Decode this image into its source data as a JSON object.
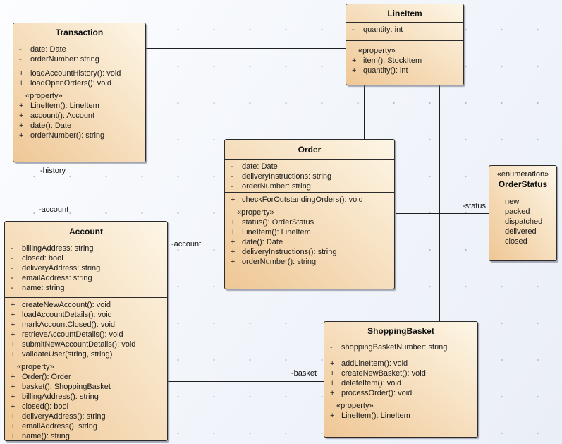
{
  "diagram": {
    "kind": "uml-class-diagram",
    "colors": {
      "box_fill_dark": "#efc795",
      "box_fill_light": "#fdf6e6",
      "box_border": "#2b2b2b",
      "edge": "#1f1f1f",
      "background": "#f3f6fb"
    }
  },
  "classes": {
    "transaction": {
      "name": "Transaction",
      "attributes": [
        {
          "v": "-",
          "t": "date: Date"
        },
        {
          "v": "-",
          "t": "orderNumber: string"
        }
      ],
      "operations": [
        {
          "v": "+",
          "t": "loadAccountHistory(): void"
        },
        {
          "v": "+",
          "t": "loadOpenOrders(): void"
        },
        {
          "s": "«property»"
        },
        {
          "v": "+",
          "t": "LineItem(): LineItem"
        },
        {
          "v": "+",
          "t": "account(): Account"
        },
        {
          "v": "+",
          "t": "date(): Date"
        },
        {
          "v": "+",
          "t": "orderNumber(): string"
        }
      ]
    },
    "lineitem": {
      "name": "LineItem",
      "attributes": [
        {
          "v": "-",
          "t": "quantity: int"
        }
      ],
      "operations": [
        {
          "s": "«property»"
        },
        {
          "v": "+",
          "t": "item(): StockItem"
        },
        {
          "v": "+",
          "t": "quantity(): int"
        }
      ]
    },
    "order": {
      "name": "Order",
      "attributes": [
        {
          "v": "-",
          "t": "date: Date"
        },
        {
          "v": "-",
          "t": "deliveryInstructions: string"
        },
        {
          "v": "-",
          "t": "orderNumber: string"
        }
      ],
      "operations": [
        {
          "v": "+",
          "t": "checkForOutstandingOrders(): void"
        },
        {
          "s": "«property»"
        },
        {
          "v": "+",
          "t": "status(): OrderStatus"
        },
        {
          "v": "+",
          "t": "LineItem(): LineItem"
        },
        {
          "v": "+",
          "t": "date(): Date"
        },
        {
          "v": "+",
          "t": "deliveryInstructions(): string"
        },
        {
          "v": "+",
          "t": "orderNumber(): string"
        }
      ]
    },
    "orderstatus": {
      "stereotype": "«enumeration»",
      "name": "OrderStatus",
      "literals": [
        "new",
        "packed",
        "dispatched",
        "delivered",
        "closed"
      ]
    },
    "account": {
      "name": "Account",
      "attributes": [
        {
          "v": "-",
          "t": "billingAddress: string"
        },
        {
          "v": "-",
          "t": "closed: bool"
        },
        {
          "v": "-",
          "t": "deliveryAddress: string"
        },
        {
          "v": "-",
          "t": "emailAddress: string"
        },
        {
          "v": "-",
          "t": "name: string"
        }
      ],
      "operations": [
        {
          "v": "+",
          "t": "createNewAccount(): void"
        },
        {
          "v": "+",
          "t": "loadAccountDetails(): void"
        },
        {
          "v": "+",
          "t": "markAccountClosed(): void"
        },
        {
          "v": "+",
          "t": "retrieveAccountDetails(): void"
        },
        {
          "v": "+",
          "t": "submitNewAccountDetails(): void"
        },
        {
          "v": "+",
          "t": "validateUser(string, string)"
        },
        {
          "s": "«property»"
        },
        {
          "v": "+",
          "t": "Order(): Order"
        },
        {
          "v": "+",
          "t": "basket(): ShoppingBasket"
        },
        {
          "v": "+",
          "t": "billingAddress(): string"
        },
        {
          "v": "+",
          "t": "closed(): bool"
        },
        {
          "v": "+",
          "t": "deliveryAddress(): string"
        },
        {
          "v": "+",
          "t": "emailAddress(): string"
        },
        {
          "v": "+",
          "t": "name(): string"
        }
      ]
    },
    "shoppingbasket": {
      "name": "ShoppingBasket",
      "attributes": [
        {
          "v": "-",
          "t": "shoppingBasketNumber: string"
        }
      ],
      "operations": [
        {
          "v": "+",
          "t": "addLineItem(): void"
        },
        {
          "v": "+",
          "t": "createNewBasket(): void"
        },
        {
          "v": "+",
          "t": "deleteItem(): void"
        },
        {
          "v": "+",
          "t": "processOrder(): void"
        },
        {
          "s": "«property»"
        },
        {
          "v": "+",
          "t": "LineItem(): LineItem"
        }
      ]
    }
  },
  "connector_labels": {
    "history": "-history",
    "account_transaction": "-account",
    "account_order": "-account",
    "status": "-status",
    "basket": "-basket"
  }
}
